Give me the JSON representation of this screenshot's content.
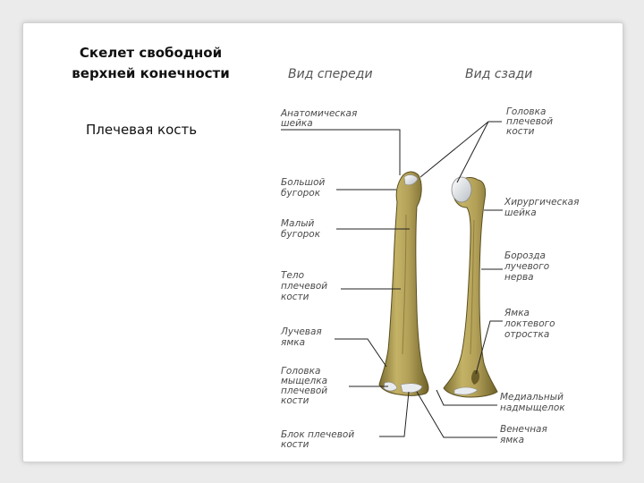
{
  "slide": {
    "title_line1": "Скелет свободной",
    "title_line2": "верхней конечности",
    "subtitle": "Плечевая кость"
  },
  "figure": {
    "view_front": "Вид спереди",
    "view_back": "Вид сзади",
    "labels_left": {
      "anat_neck": [
        "Анатомическая",
        "шейка"
      ],
      "greater_tubercle": [
        "Большой",
        "бугорок"
      ],
      "lesser_tubercle": [
        "Малый",
        "бугорок"
      ],
      "body": [
        "Тело",
        "плечевой",
        "кости"
      ],
      "radial_fossa": [
        "Лучевая",
        "ямка"
      ],
      "capitulum": [
        "Головка",
        "мыщелка",
        "плечевой",
        "кости"
      ],
      "trochlea": [
        "Блок плечевой",
        "кости"
      ]
    },
    "labels_right": {
      "head": [
        "Головка",
        "плечевой",
        "кости"
      ],
      "surgical_neck": [
        "Хирургическая",
        "шейка"
      ],
      "radial_groove": [
        "Борозда",
        "лучевого",
        "нерва"
      ],
      "olecranon_fossa": [
        "Ямка",
        "локтевого",
        "отростка"
      ],
      "medial_epicondyle": [
        "Медиальный",
        "надмыщелок"
      ],
      "coronoid_fossa": [
        "Венечная",
        "ямка"
      ]
    }
  },
  "colors": {
    "bone_fill": "#b2a058",
    "bone_dark": "#7d6e32",
    "cartilage": "#e9ecef"
  }
}
